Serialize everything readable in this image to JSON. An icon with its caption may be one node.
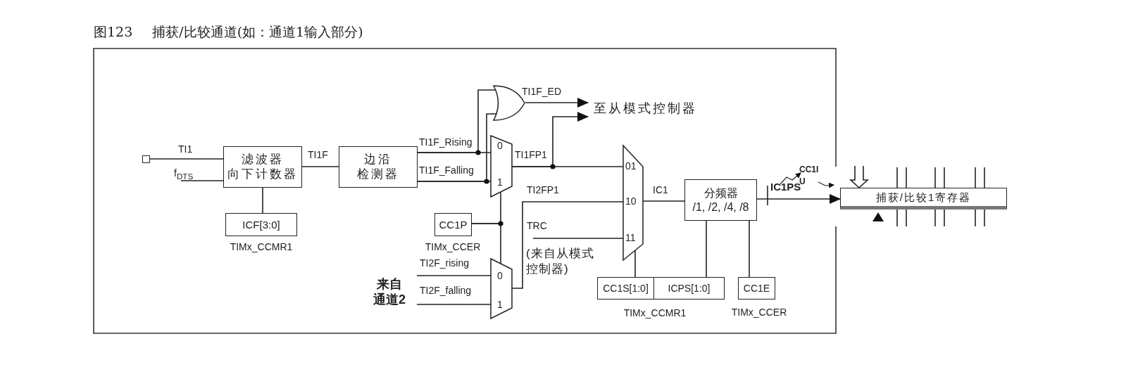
{
  "diagram": {
    "title": "图123 捕获/比较通道(如：通道1输入部分)",
    "nodes": [
      {
        "text": [],
        "shape": "box"
      },
      {
        "text": [
          "滤波器",
          "向下计数器"
        ]
      },
      {
        "text": [
          "ICF[3:0]"
        ],
        "beside": [
          "TIMx_CCMR1"
        ]
      },
      {
        "text": [
          "边沿",
          "检测器"
        ]
      },
      {
        "text": [
          "0",
          "1"
        ]
      },
      {
        "text": [],
        "shape": "gate"
      },
      {
        "text": [
          "CC1P"
        ],
        "beside": [
          "TIMx_CCER"
        ]
      },
      {
        "text": [
          "0",
          "1"
        ]
      },
      {
        "text": [
          "来自通道2"
        ]
      },
      {
        "text": [
          "01",
          "10",
          "11"
        ]
      },
      {
        "text": [
          "至从模式控制器"
        ]
      },
      {
        "text": [
          "分频器",
          "/1, /2, /4, /8"
        ]
      },
      {
        "text": [
          "CC1S[1:0]"
        ]
      },
      {
        "text": [
          "ICPS[1:0]"
        ]
      },
      {
        "text": [
          "CC1E"
        ],
        "beside": [
          "TIMx_CCER"
        ]
      },
      {
        "text": [
          "捕获/比较1寄存器"
        ]
      }
    ],
    "edges": [
      {
        "from": 0,
        "to": 1,
        "arrow": "none",
        "label": "TI1"
      },
      {
        "from": null,
        "to": 1,
        "arrow": "none",
        "label": "f$_{DTS}$"
      },
      {
        "from": 1,
        "to": 2,
        "arrow": "none"
      },
      {
        "from": 1,
        "to": 3,
        "arrow": "none",
        "label": "TI1F"
      },
      {
        "from": 3,
        "to": 4,
        "arrow": "none",
        "label": "TI1F_Rising"
      },
      {
        "from": 3,
        "to": 4,
        "arrow": "none",
        "label": "TI1F_Falling"
      },
      {
        "from": 3,
        "to": 5,
        "arrow": "none"
      },
      {
        "from": 3,
        "to": 5,
        "arrow": "none"
      },
      {
        "from": 5,
        "to": 10,
        "arrow": "to",
        "label": "TI1F_ED"
      },
      {
        "from": 4,
        "to": 9,
        "arrow": "none",
        "label": "TI1FP1"
      },
      {
        "from": 4,
        "to": 10,
        "arrow": "to"
      },
      {
        "from": 6,
        "to": 4,
        "arrow": "none"
      },
      {
        "from": 6,
        "to": 7,
        "arrow": "none"
      },
      {
        "from": 8,
        "to": 7,
        "arrow": "none",
        "label": "TI2F_rising"
      },
      {
        "from": 8,
        "to": 7,
        "arrow": "none",
        "label": "TI2F_falling"
      },
      {
        "from": 7,
        "to": 9,
        "arrow": "none",
        "label": "TI2FP1"
      },
      {
        "from": null,
        "to": 9,
        "arrow": "none",
        "label": "TRC"
      },
      {
        "from": 9,
        "to": 11,
        "arrow": "none",
        "label": "IC1"
      },
      {
        "from": 12,
        "to": 9,
        "arrow": "none"
      },
      {
        "from": 13,
        "to": 11,
        "arrow": "none"
      },
      {
        "from": 14,
        "to": 11,
        "arrow": "none"
      },
      {
        "from": 11,
        "to": 15,
        "arrow": "to",
        "label": "IC1PS"
      }
    ],
    "labels": [
      "(来自从模式控制器)",
      "TIMx_CCMR1",
      "CC1I U"
    ]
  }
}
